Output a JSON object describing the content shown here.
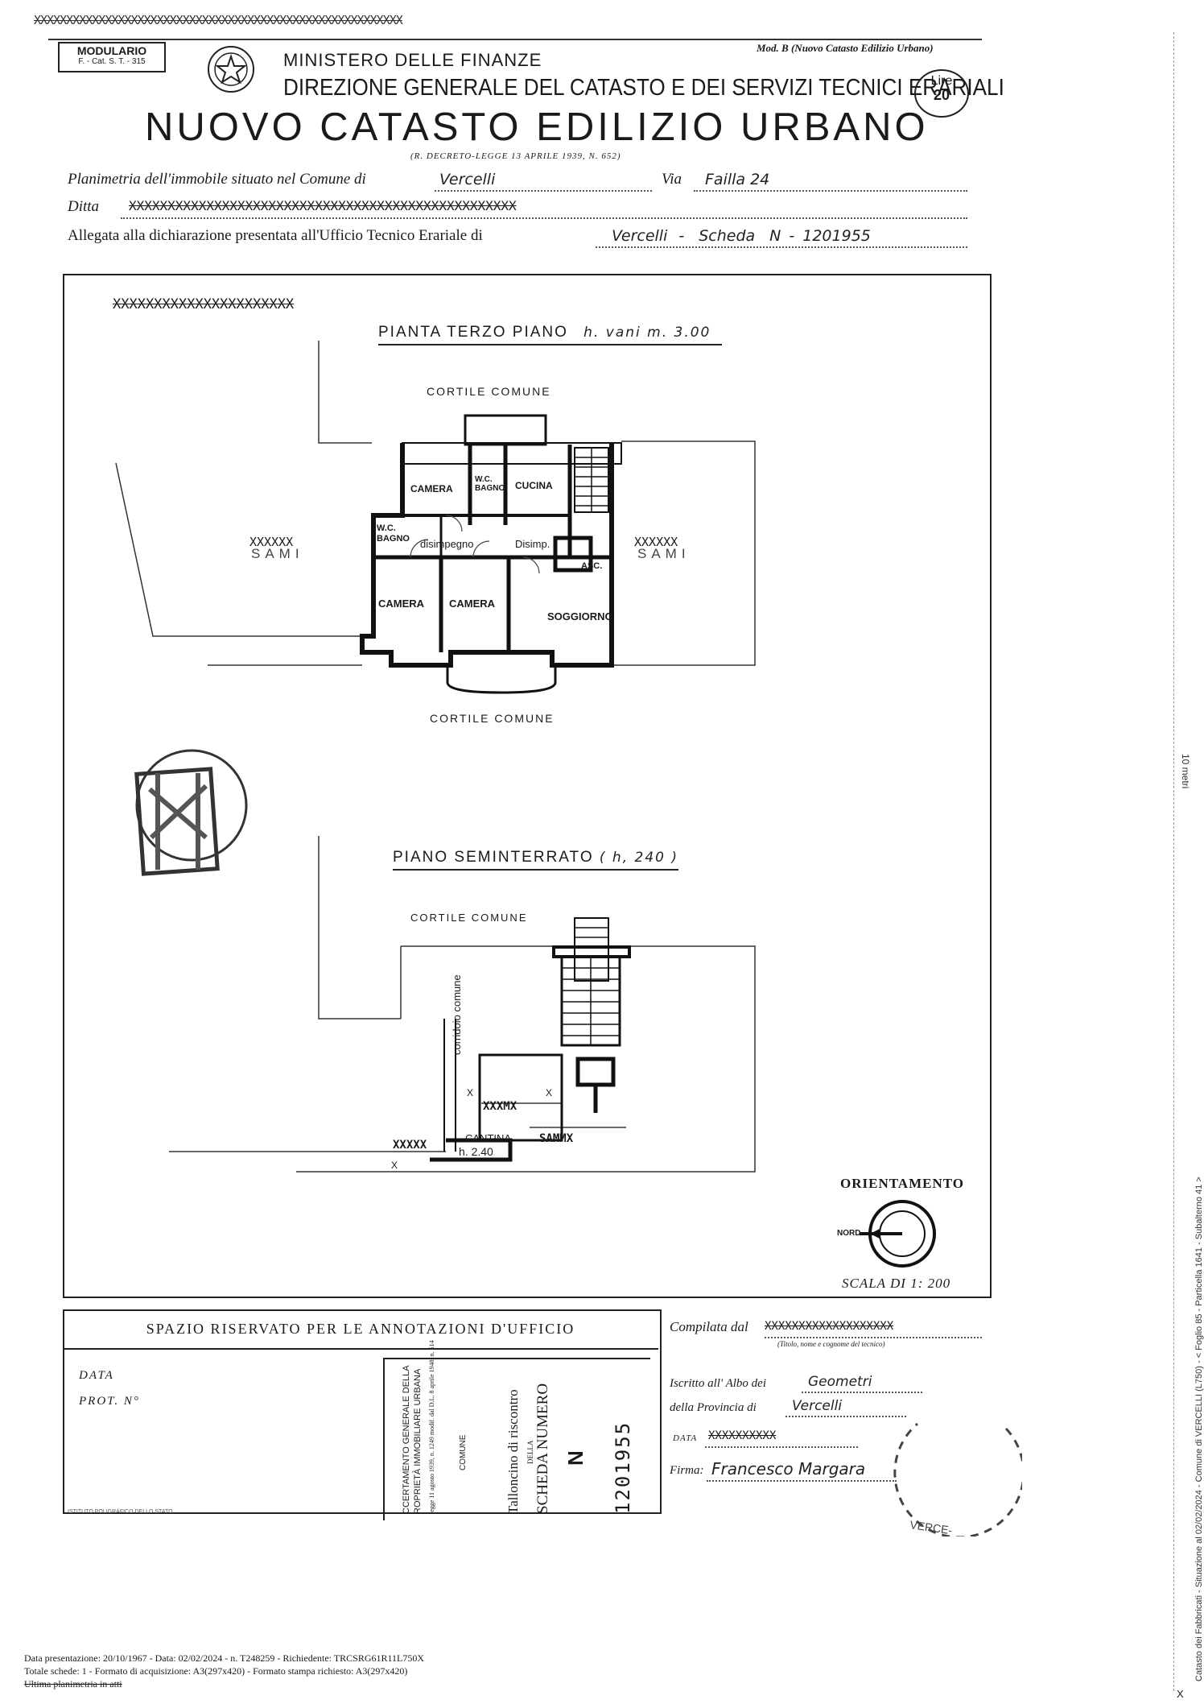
{
  "header": {
    "topline_xs": "XXXXXXXXXXXXXXXXXXXXXXXXXXXXXXXXXXXXXXXXXXXXXXXXXXXXXXXXX",
    "modulario_title": "MODULARIO",
    "modulario_code": "F. - Cat. S. T. - 315",
    "ministry": "MINISTERO DELLE FINANZE",
    "direzione": "DIREZIONE GENERALE DEL CATASTO E DEI SERVIZI TECNICI ERARIALI",
    "mod": "Mod. B (Nuovo Catasto Edilizio Urbano)",
    "lire_label": "Lire",
    "lire_value": "20",
    "main_title": "NUOVO CATASTO EDILIZIO URBANO",
    "decree": "(R. DECRETO-LEGGE 13 APRILE 1939, N. 652)"
  },
  "fields": {
    "planimetria_label": "Planimetria dell'immobile situato nel Comune di",
    "comune_value": "Vercelli",
    "via_label": "Via",
    "via_value": "Failla 24",
    "ditta_label": "Ditta",
    "ditta_value": "XXXXXXXXXXXXXXXXXXXXXXXXXXXXXXXXXXXXXXXXXXXXXXXXXX",
    "allegata_label": "Allegata alla dichiarazione presentata all'Ufficio Tecnico Erariale di",
    "allegata_value": "Vercelli",
    "scheda_label": "Scheda",
    "scheda_n": "N",
    "scheda_value": "1201955"
  },
  "plan": {
    "crossed_ref": "XXXXXXXXXXXXXXXXXXXXXX",
    "third_floor_title": "PIANTA TERZO PIANO",
    "third_floor_height": "h. vani m. 3.00",
    "cortile_top": "CORTILE COMUNE",
    "cortile_bottom": "CORTILE COMUNE",
    "camera_1": "CAMERA",
    "wc_bagno_1": "W.C. BAGNO",
    "cucina": "CUCINA",
    "wc_bagno_2": "W.C. BAGNO",
    "disimpegno": "disimpegno",
    "disimp_2": "Disimp.",
    "asc": "ASC.",
    "camera_2": "CAMERA",
    "camera_3": "CAMERA",
    "soggiorno": "SOGGIORNO",
    "left_mark": "XXXXXX",
    "right_mark": "XXXXXX",
    "sami": "SAMI",
    "basement_title": "PIANO SEMINTERRATO",
    "basement_height": "( h, 240 )",
    "cortile_basement": "CORTILE COMUNE",
    "corridoio": "corridoio comune",
    "cantina_mark": "XXXMX",
    "cantina": "CANTINA",
    "cantina_h": "h. 2.40",
    "basement_left_mark": "XXXXX",
    "basement_right_mark": "SAMMX",
    "mark_x": "X",
    "orientamento": "ORIENTAMENTO",
    "nord": "NORD",
    "scala": "SCALA DI 1: 200"
  },
  "office": {
    "riservato": "SPAZIO RISERVATO PER LE ANNOTAZIONI D'UFFICIO",
    "data_label": "DATA",
    "prot_label": "PROT. N°",
    "tipografia": "ISTITUTO POLIGRAFICO DELLO STATO",
    "stub_lines": [
      "CCERTAMENTO GENERALE DELLA",
      "ROPRIETÀ IMMOBILIARE URBANA"
    ],
    "stub_law": "legge 11 agosto 1939, n. 1249 modif. dal D.L. 8 aprile 1948, n. 514",
    "stub_comune": "COMUNE",
    "tallon": "Talloncino di riscontro",
    "della": "DELLA",
    "scheda_numero": "SCHEDA NUMERO",
    "stub_n": "N",
    "stub_number": "1201955"
  },
  "compilata": {
    "compilata_label": "Compilata dal",
    "compilata_value": "XXXXXXXXXXXXXXXXXXX",
    "titolo_note": "(Titolo, nome e cognome del tecnico)",
    "iscritto_label": "Iscritto all' Albo dei",
    "iscritto_value": "Geometri",
    "provincia_label": "della Provincia di",
    "provincia_value": "Vercelli",
    "data_label": "DATA",
    "data_value": "XXXXXXXXXX",
    "firma_label": "Firma:",
    "firma_value": "Francesco Margara"
  },
  "side": {
    "ten_metri": "10 metri",
    "vertical_text": "Catasto dei Fabbricati - Situazione al 02/02/2024 - Comune di VERCELLI (L750) - < Foglio 85 - Particella 1641 - Subalterno 41 >"
  },
  "footer": {
    "line1": "Data presentazione: 20/10/1967 - Data: 02/02/2024 - n. T248259 - Richiedente: TRCSRG61R11L750X",
    "line2": "Totale schede: 1 - Formato di acquisizione: A3(297x420) - Formato stampa richiesto: A3(297x420)",
    "line3": "Ultima planimetria in atti",
    "corner_x": "X"
  }
}
